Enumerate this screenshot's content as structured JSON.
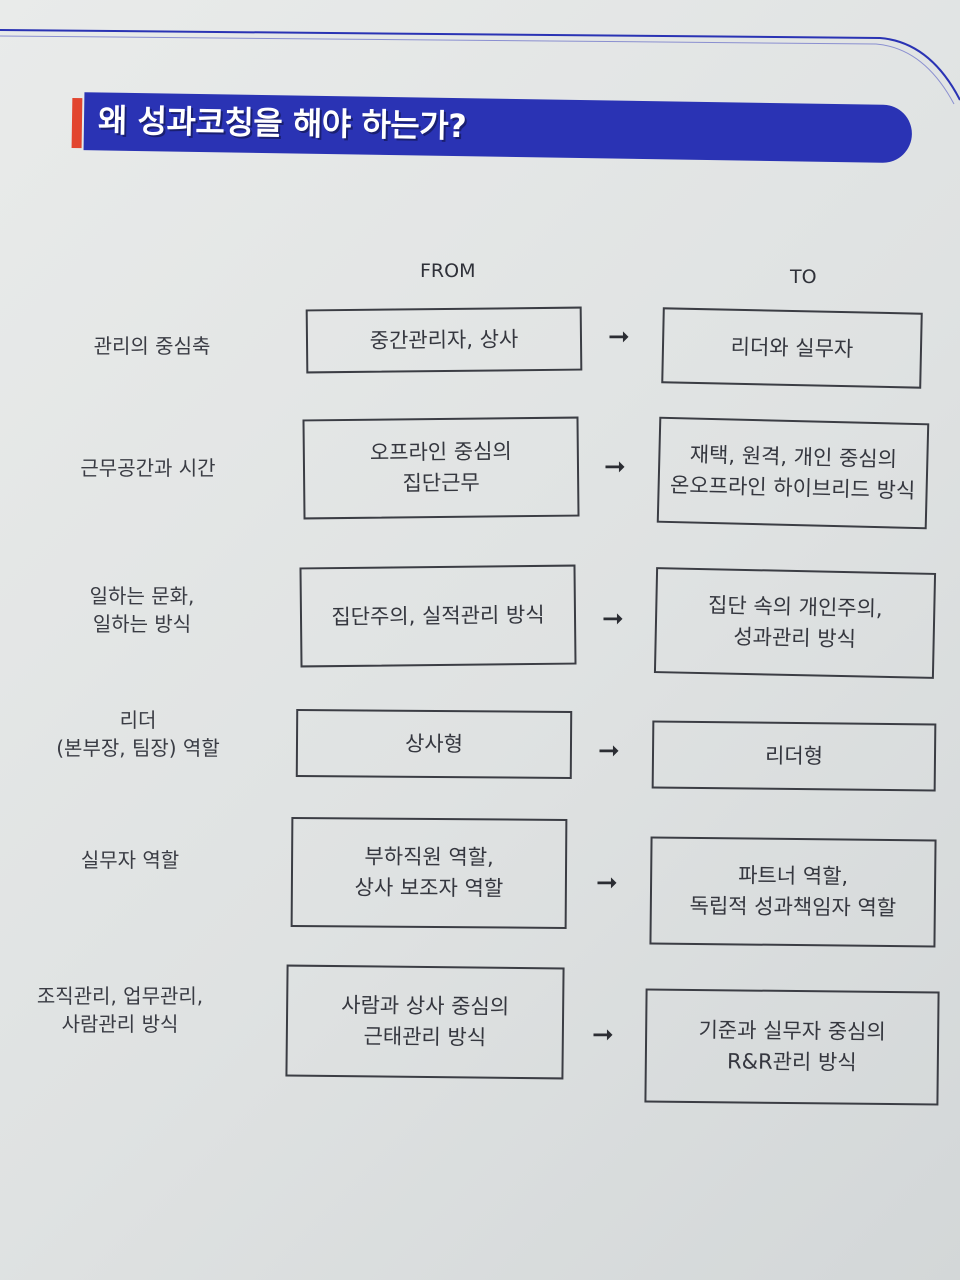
{
  "title": "왜 성과코칭을 해야 하는가?",
  "columns": {
    "from": "FROM",
    "to": "TO"
  },
  "arrow": "➞",
  "rows": [
    {
      "label": [
        "관리의 중심축"
      ],
      "from": [
        "중간관리자, 상사"
      ],
      "to": [
        "리더와 실무자"
      ]
    },
    {
      "label": [
        "근무공간과 시간"
      ],
      "from": [
        "오프라인 중심의",
        "집단근무"
      ],
      "to": [
        "재택, 원격, 개인 중심의",
        "온오프라인 하이브리드 방식"
      ]
    },
    {
      "label": [
        "일하는 문화,",
        "일하는 방식"
      ],
      "from": [
        "집단주의, 실적관리 방식"
      ],
      "to": [
        "집단 속의 개인주의,",
        "성과관리 방식"
      ]
    },
    {
      "label": [
        "리더",
        "(본부장, 팀장) 역할"
      ],
      "from": [
        "상사형"
      ],
      "to": [
        "리더형"
      ]
    },
    {
      "label": [
        "실무자 역할"
      ],
      "from": [
        "부하직원 역할,",
        "상사 보조자 역할"
      ],
      "to": [
        "파트너 역할,",
        "독립적 성과책임자 역할"
      ]
    },
    {
      "label": [
        "조직관리, 업무관리,",
        "사람관리 방식"
      ],
      "from": [
        "사람과 상사 중심의",
        "근태관리 방식"
      ],
      "to": [
        "기준과 실무자 중심의",
        "R&R관리 방식"
      ]
    }
  ]
}
